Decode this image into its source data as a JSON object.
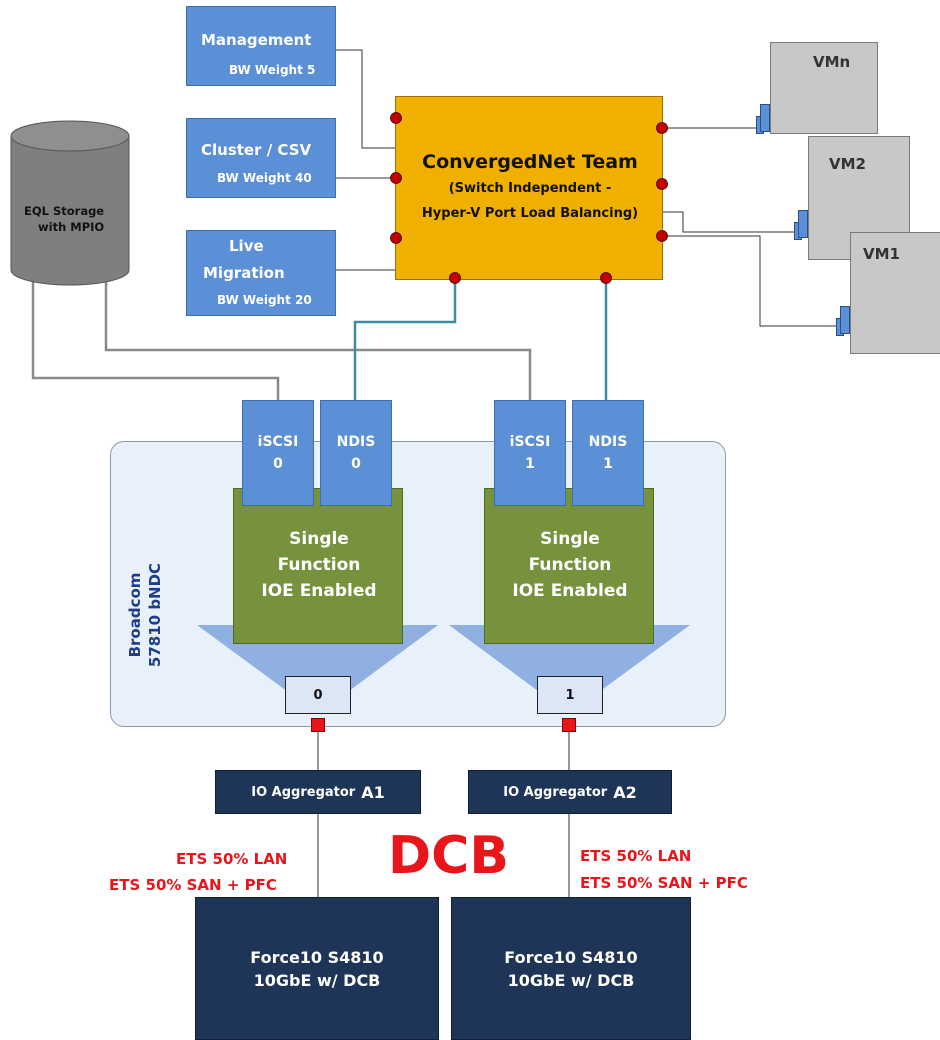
{
  "left_blocks": {
    "management": {
      "title": "Management",
      "weight": "BW Weight 5"
    },
    "cluster": {
      "title": "Cluster / CSV",
      "weight": "BW Weight 40"
    },
    "live_migration": {
      "title1": "Live",
      "title2": "Migration",
      "weight": "BW Weight 20"
    }
  },
  "storage": {
    "line1": "EQL Storage",
    "line2": "with MPIO"
  },
  "team": {
    "title": "ConvergedNet Team",
    "sub1": "(Switch Independent -",
    "sub2": "Hyper-V Port Load Balancing)"
  },
  "vms": [
    {
      "label": "VMn"
    },
    {
      "label": "VM2"
    },
    {
      "label": "VM1"
    }
  ],
  "adapter": {
    "label1": "Broadcom",
    "label2": "57810 bNDC"
  },
  "ports": [
    {
      "iscsi_a": "iSCSI",
      "iscsi_b": "0",
      "ndis_a": "NDIS",
      "ndis_b": "0",
      "func1": "Single",
      "func2": "Function",
      "func3": "IOE Enabled",
      "port": "0"
    },
    {
      "iscsi_a": "iSCSI",
      "iscsi_b": "1",
      "ndis_a": "NDIS",
      "ndis_b": "1",
      "func1": "Single",
      "func2": "Function",
      "func3": "IOE Enabled",
      "port": "1"
    }
  ],
  "aggregators": [
    {
      "label": "IO Aggregator",
      "id": "A1"
    },
    {
      "label": "IO Aggregator",
      "id": "A2"
    }
  ],
  "dcb": "DCB",
  "ets_left": {
    "line1": "ETS 50% LAN",
    "line2": "ETS 50% SAN + PFC"
  },
  "ets_right": {
    "line1": "ETS 50% LAN",
    "line2": "ETS 50% SAN + PFC"
  },
  "switches": [
    {
      "line1": "Force10 S4810",
      "line2": "10GbE w/ DCB"
    },
    {
      "line1": "Force10 S4810",
      "line2": "10GbE w/ DCB"
    }
  ],
  "colors": {
    "team": "#f0b000",
    "blue": "#5b8fd6",
    "green": "#76923c",
    "navy": "#1f3558",
    "red": "#e8161b",
    "teal": "#3a8ea0"
  }
}
